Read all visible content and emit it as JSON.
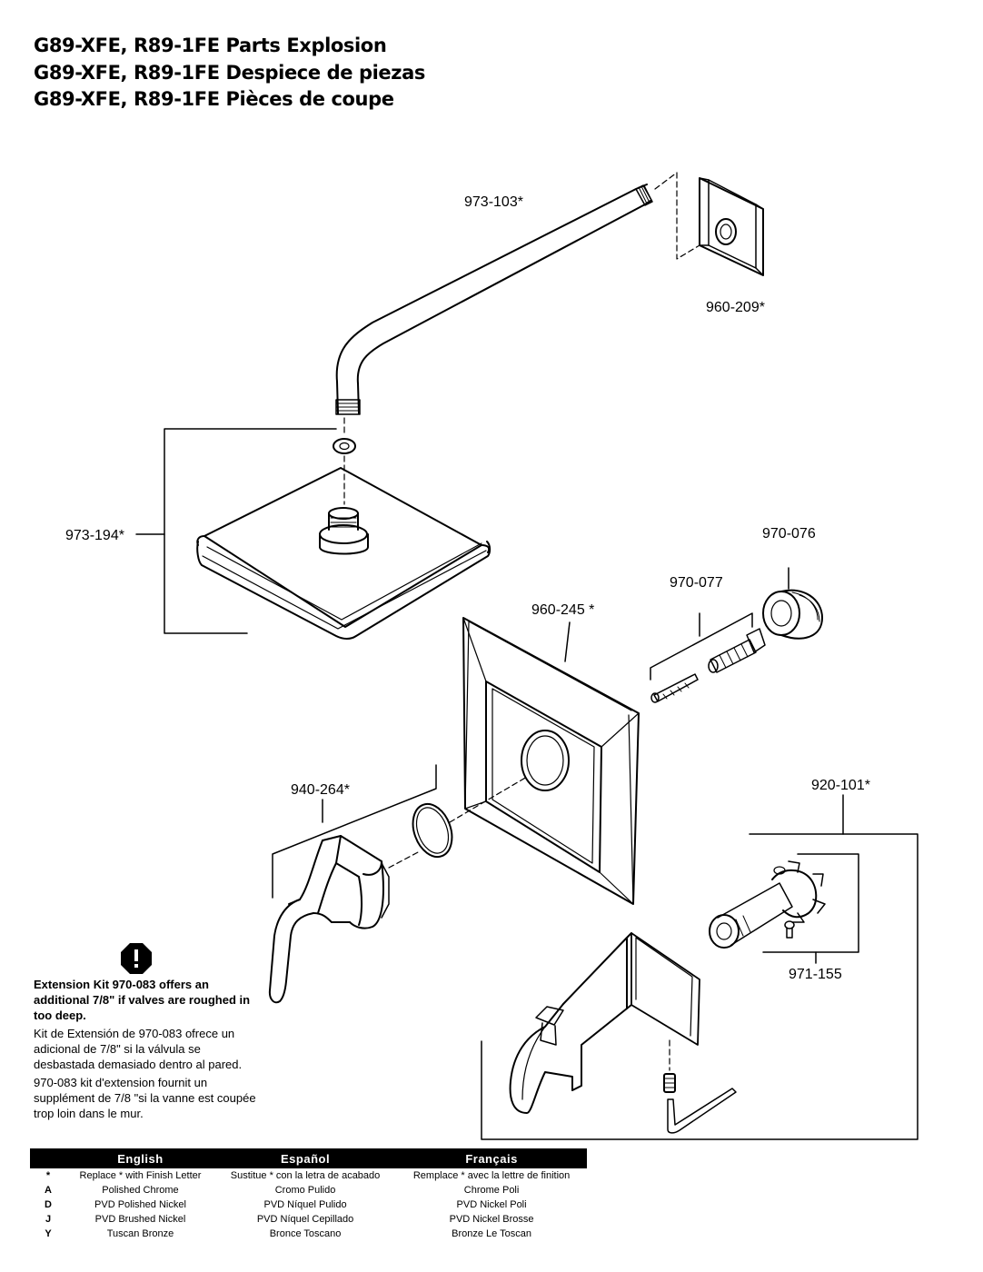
{
  "titles": [
    "G89-XFE, R89-1FE Parts Explosion",
    "G89-XFE, R89-1FE Despiece de piezas",
    "G89-XFE, R89-1FE Pièces de coupe"
  ],
  "parts": {
    "shower_arm": "973-103*",
    "arm_flange": "960-209*",
    "shower_head": "973-194*",
    "cartridge_nut": "970-076",
    "extension_screw": "970-077",
    "trim_plate": "960-245 *",
    "handle": "940-264*",
    "diverter": "920-101*",
    "diverter_kit": "971-155"
  },
  "note": {
    "icon": "exclamation-icon",
    "english": "Extension Kit 970-083 offers an additional 7/8\" if valves are roughed in too deep.",
    "spanish": "Kit de Extensión de 970-083 ofrece un adicional de 7/8\" si la válvula se desbastada demasiado dentro al pared.",
    "french": "970-083 kit d'extension fournit un supplément de 7/8 \"si la vanne est coupée trop loin dans le mur."
  },
  "finish_table": {
    "headers": [
      "",
      "English",
      "Español",
      "Français"
    ],
    "rows": [
      [
        "*",
        "Replace * with Finish Letter",
        "Sustitue * con la letra de acabado",
        "Remplace * avec la lettre de finition"
      ],
      [
        "A",
        "Polished Chrome",
        "Cromo Pulido",
        "Chrome Poli"
      ],
      [
        "D",
        "PVD Polished Nickel",
        "PVD Níquel Pulido",
        "PVD Nickel Poli"
      ],
      [
        "J",
        "PVD Brushed Nickel",
        "PVD Níquel Cepillado",
        "PVD Nickel Brosse"
      ],
      [
        "Y",
        "Tuscan Bronze",
        "Bronce Toscano",
        "Bronze Le Toscan"
      ]
    ]
  }
}
